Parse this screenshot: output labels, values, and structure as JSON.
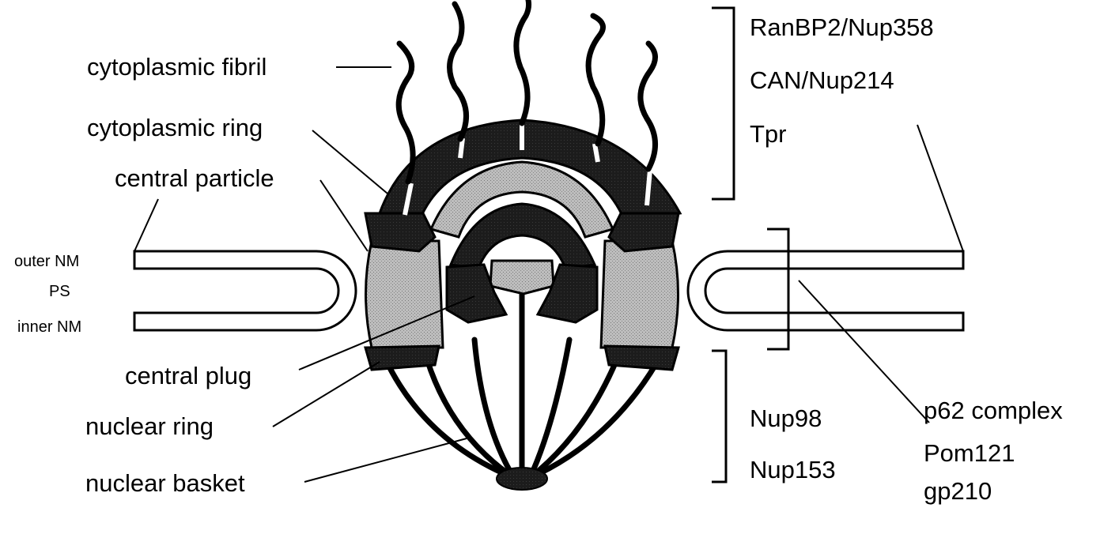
{
  "labels": {
    "cytoplasmic_fibril": "cytoplasmic fibril",
    "cytoplasmic_ring": "cytoplasmic ring",
    "central_particle": "central particle",
    "outer_nm": "outer NM",
    "ps": "PS",
    "inner_nm": "inner NM",
    "central_plug": "central plug",
    "nuclear_ring": "nuclear ring",
    "nuclear_basket": "nuclear basket"
  },
  "proteins": {
    "cytoplasmic": [
      "RanBP2/Nup358",
      "CAN/Nup214",
      "Tpr"
    ],
    "membrane": [
      "p62 complex",
      "Pom121",
      "gp210"
    ],
    "nuclear": [
      "Nup98",
      "Nup153"
    ]
  }
}
